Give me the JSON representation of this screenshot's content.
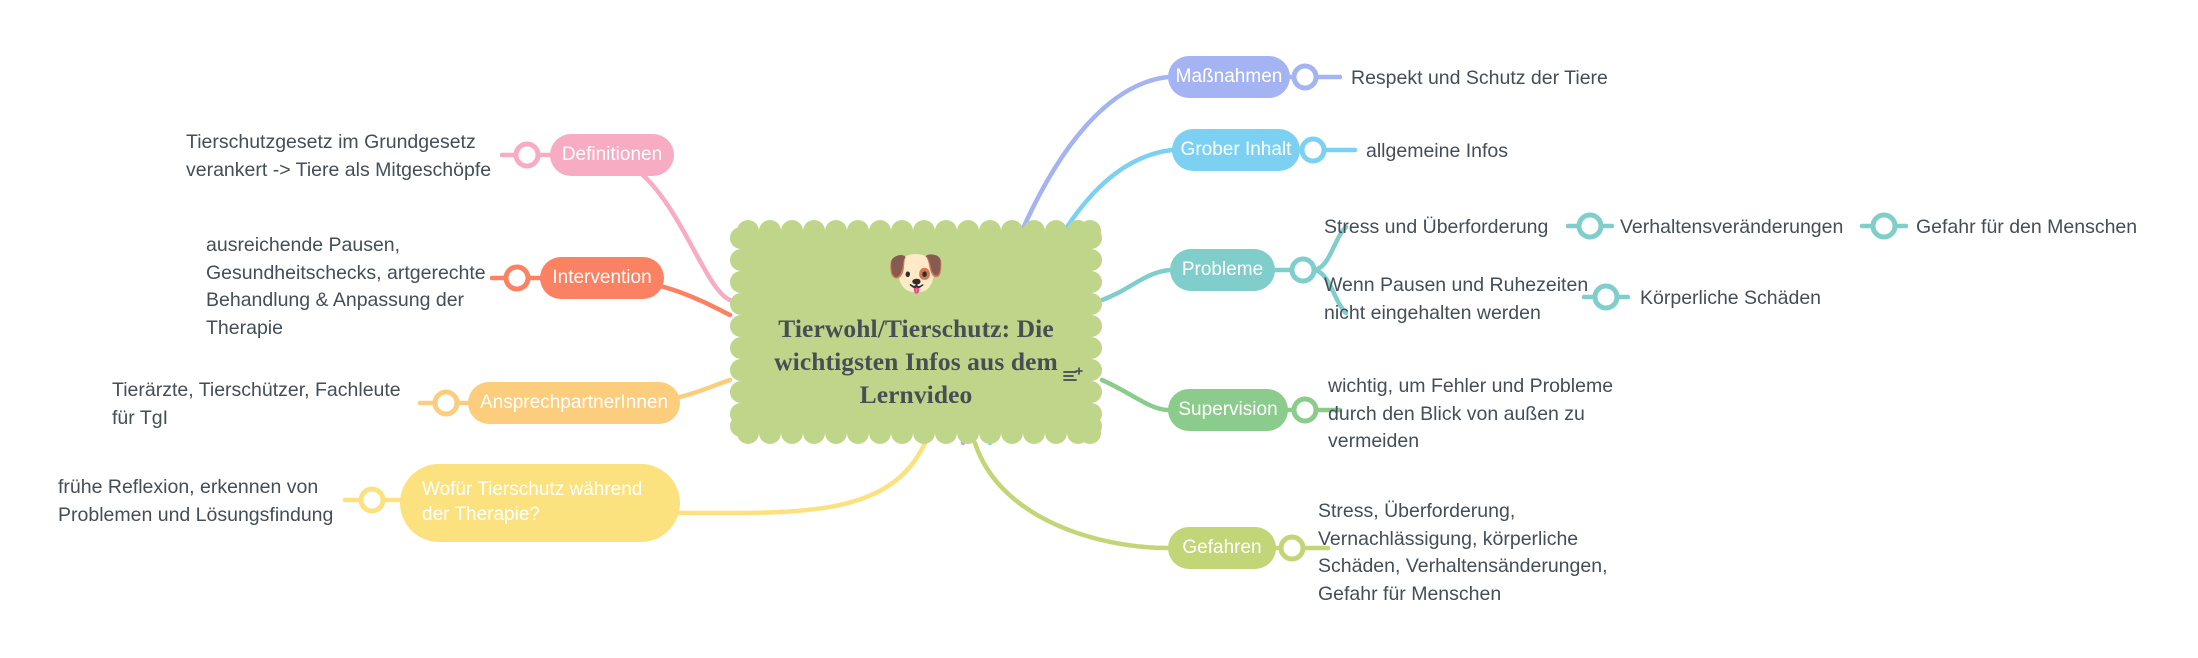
{
  "app": {
    "kind": "mindmap"
  },
  "center": {
    "emoji": "🐶",
    "emoji_name": "dog-face-emoji",
    "title": "Tierwohl/Tierschutz:\nDie wichtigsten Infos aus\ndem Lernvideo",
    "color": "#bfd68a",
    "note_icon": "add-note-icon"
  },
  "branches": [
    {
      "id": "massnahmen",
      "label": "Maßnahmen",
      "color": "#a4b4f2",
      "side": "right",
      "leaf": "Respekt und Schutz der Tiere"
    },
    {
      "id": "grober-inhalt",
      "label": "Grober Inhalt",
      "color": "#7cd1f2",
      "side": "right",
      "leaf": "allgemeine Infos"
    },
    {
      "id": "probleme",
      "label": "Probleme",
      "color": "#7fcecb",
      "side": "right",
      "leaves": [
        {
          "text": "Stress und Überforderung",
          "chain": [
            "Verhaltensveränderungen",
            "Gefahr für den Menschen"
          ]
        },
        {
          "text": "Wenn Pausen und Ruhezeiten\nnicht eingehalten werden",
          "chain": [
            "Körperliche Schäden"
          ]
        }
      ]
    },
    {
      "id": "supervision",
      "label": "Supervision",
      "color": "#8bcb8b",
      "side": "right",
      "leaf": "wichtig, um Fehler und Probleme\ndurch den Blick von außen zu\nvermeiden"
    },
    {
      "id": "gefahren",
      "label": "Gefahren",
      "color": "#c2d678",
      "side": "right",
      "leaf": "Stress, Überforderung,\nVernachlässigung, körperliche\nSchäden, Verhaltensänderungen,\nGefahr für Menschen"
    },
    {
      "id": "definitionen",
      "label": "Definitionen",
      "color": "#f7acc4",
      "side": "left",
      "leaf": "Tierschutzgesetz im Grundgesetz\nverankert -> Tiere als Mitgeschöpfe"
    },
    {
      "id": "intervention",
      "label": "Intervention",
      "color": "#fb8163",
      "side": "left",
      "leaf": "ausreichende Pausen,\nGesundheitschecks, artgerechte\nBehandlung & Anpassung der\nTherapie"
    },
    {
      "id": "ansprechpartnerinnen",
      "label": "AnsprechpartnerInnen",
      "color": "#fccd7c",
      "side": "left",
      "leaf": "Tierärzte, Tierschützer, Fachleute\nfür TgI"
    },
    {
      "id": "wofuer-tierschutz",
      "label": "Wofür Tierschutz während der Therapie?",
      "color": "#fbe27f",
      "side": "left",
      "leaf": "frühe Reflexion, erkennen von\nProblemen und Lösungsfindung"
    }
  ]
}
